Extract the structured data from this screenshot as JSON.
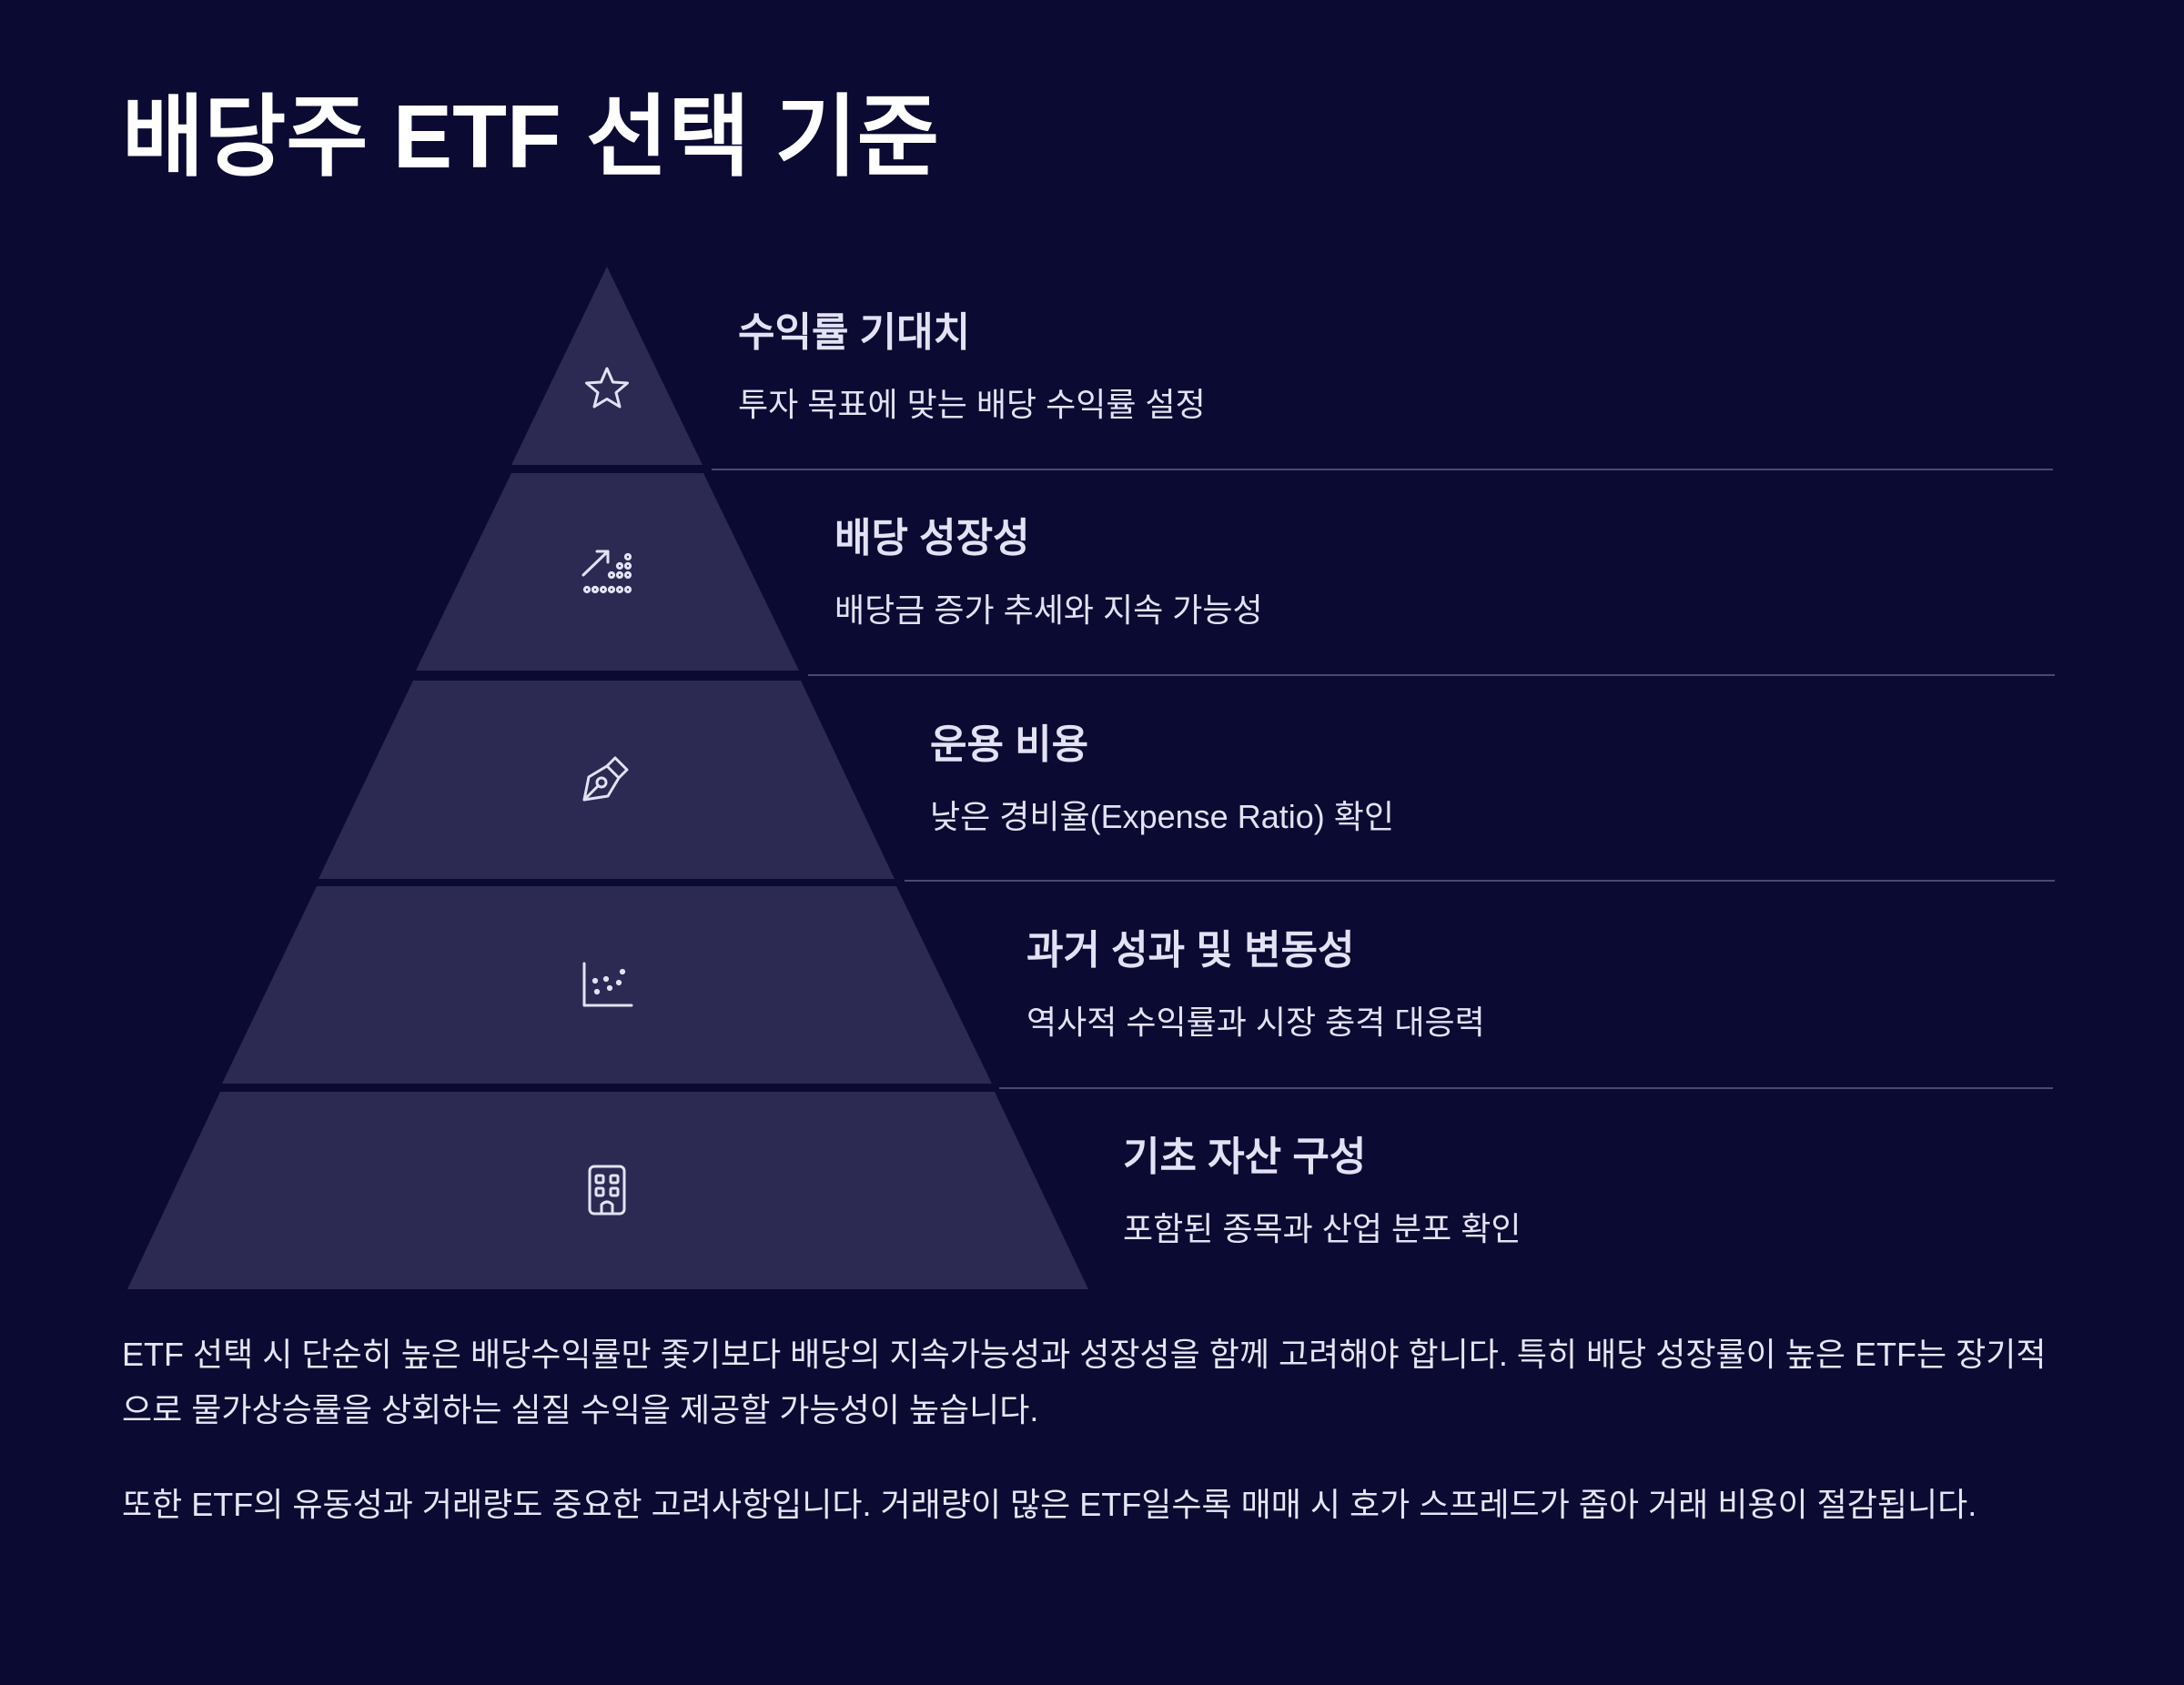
{
  "title": "배당주 ETF 선택 기준",
  "tiers": [
    {
      "title": "수익률 기대치",
      "description": "투자 목표에 맞는 배당 수익률 설정",
      "icon": "star-icon"
    },
    {
      "title": "배당 성장성",
      "description": "배당금 증가 추세와 지속 가능성",
      "icon": "trend-chart-icon"
    },
    {
      "title": "운용 비용",
      "description": "낮은 경비율(Expense Ratio) 확인",
      "icon": "pen-tool-icon"
    },
    {
      "title": "과거 성과 및 변동성",
      "description": "역사적 수익률과 시장 충격 대응력",
      "icon": "scatter-chart-icon"
    },
    {
      "title": "기초 자산 구성",
      "description": "포함된 종목과 산업 분포 확인",
      "icon": "building-icon"
    }
  ],
  "paragraphs": [
    "ETF 선택 시 단순히 높은 배당수익률만 좇기보다 배당의 지속가능성과 성장성을 함께 고려해야 합니다. 특히 배당 성장률이 높은 ETF는 장기적으로 물가상승률을 상회하는 실질 수익을 제공할 가능성이 높습니다.",
    "또한 ETF의 유동성과 거래량도 중요한 고려사항입니다. 거래량이 많은 ETF일수록 매매 시 호가 스프레드가 좁아 거래 비용이 절감됩니다."
  ],
  "colors": {
    "background": "#0b0a32",
    "tier_fill": "#2c2a52",
    "divider": "#4a4970",
    "text": "#e3e2f5",
    "icon": "#e3e2f5"
  }
}
